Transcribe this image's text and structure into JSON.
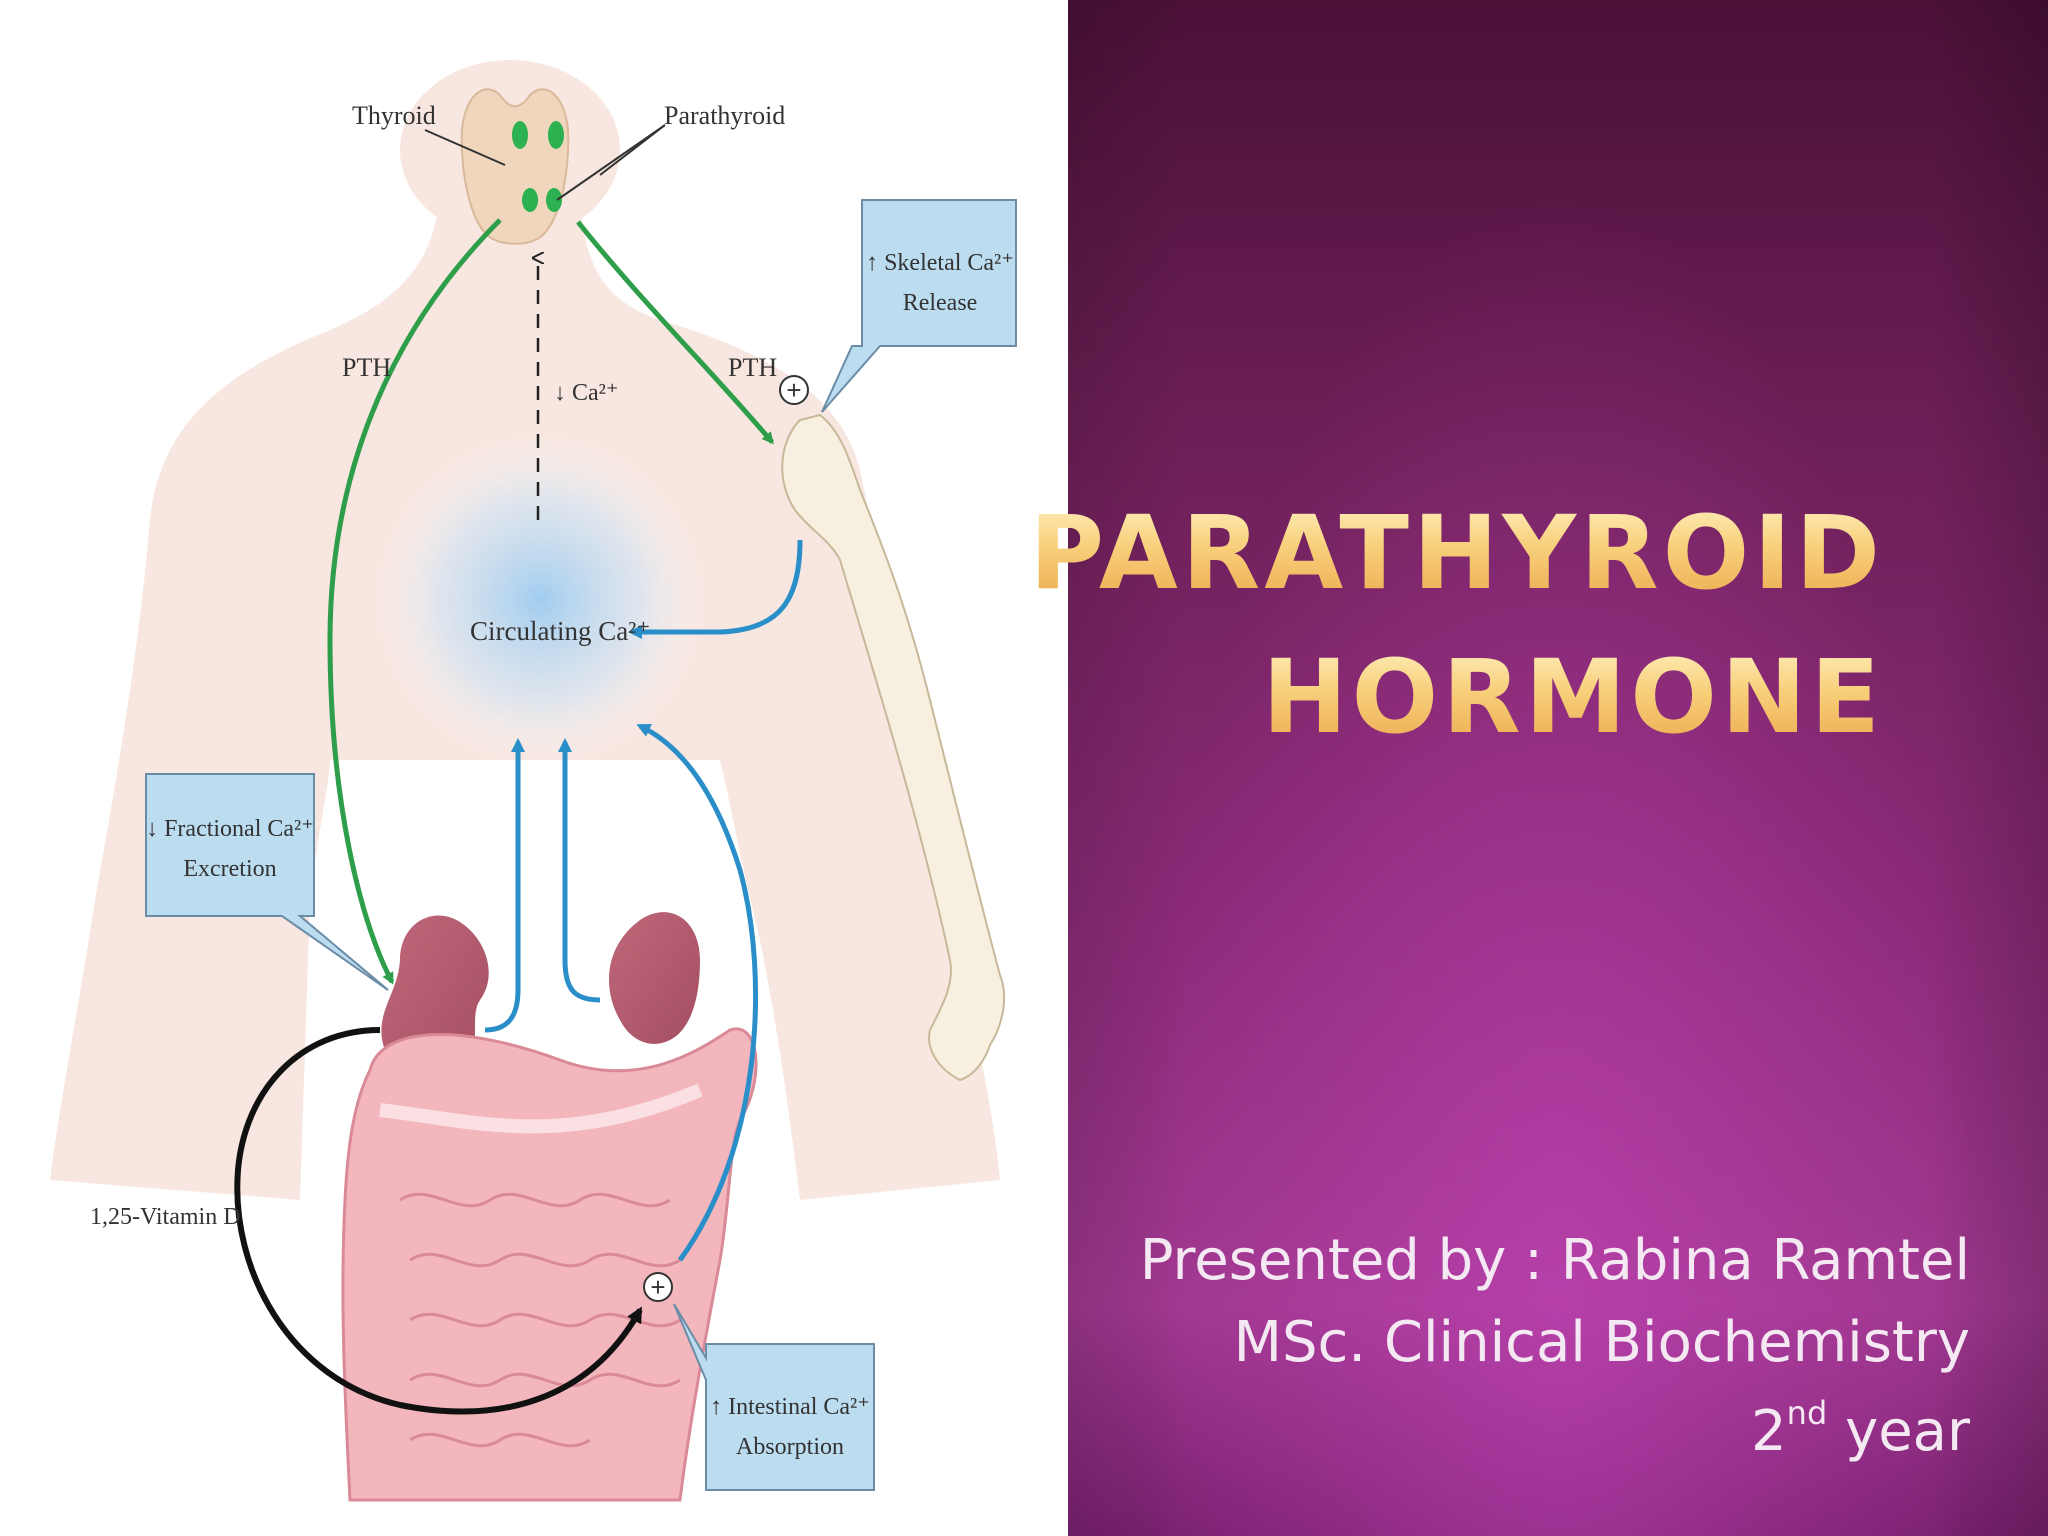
{
  "diagram": {
    "labels": {
      "thyroid": "Thyroid",
      "parathyroid": "Parathyroid",
      "pth_left": "PTH",
      "pth_right": "PTH",
      "ca_down": "↓ Ca²⁺",
      "circulating": "Circulating Ca²⁺",
      "vitamin_d": "1,25-Vitamin D",
      "plus_bone": "+",
      "plus_gut": "+"
    },
    "callouts": {
      "skeletal": [
        "↑ Skeletal Ca²⁺",
        "Release"
      ],
      "fractional": [
        "↓ Fractional Ca²⁺",
        "Excretion"
      ],
      "intestinal": [
        "↑ Intestinal Ca²⁺",
        "Absorption"
      ]
    }
  },
  "title": {
    "line1": "PARATHYROID",
    "line2": "HORMONE"
  },
  "presenter": {
    "line1": "Presented by : Rabina Ramtel",
    "line2": "MSc. Clinical Biochemistry",
    "line3_number": "2",
    "line3_suffix": "nd",
    "line3_rest": " year"
  },
  "colors": {
    "pth_arrow": "#2e9e4a",
    "calcium_arrow": "#2a8fc8",
    "vitamin_d_arrow": "#111111",
    "callout_fill": "#bcdcf0",
    "title_gold": "#f2c26a",
    "panel_purple": "#8b2a78"
  }
}
